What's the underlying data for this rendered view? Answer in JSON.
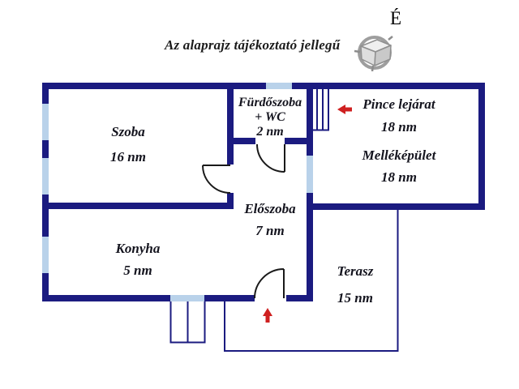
{
  "header": {
    "disclaimer": "Az alaprajz tájékoztató jellegű",
    "north_label": "É"
  },
  "rooms": {
    "szoba": {
      "name": "Szoba",
      "area": "16 nm"
    },
    "furdoszoba": {
      "name": "Fürdőszoba",
      "name2": "+ WC",
      "area": "2 nm"
    },
    "pince": {
      "name": "Pince lejárat",
      "area": "18 nm"
    },
    "mellekepulet": {
      "name": "Melléképület",
      "area": "18 nm"
    },
    "eloszoba": {
      "name": "Előszoba",
      "area": "7 nm"
    },
    "konyha": {
      "name": "Konyha",
      "area": "5 nm"
    },
    "terasz": {
      "name": "Terasz",
      "area": "15 nm"
    }
  },
  "colors": {
    "wall": "#1b1b80",
    "window": "#b9d2ea",
    "door": "#1a1a1a",
    "arrow": "#cf2020",
    "text": "#14141e"
  },
  "icons": {
    "compass": "compass-cube-icon",
    "north": "north-indicator",
    "entrance_arrow": "entrance-direction-arrow-icon",
    "basement_arrow": "basement-entrance-arrow-icon"
  }
}
